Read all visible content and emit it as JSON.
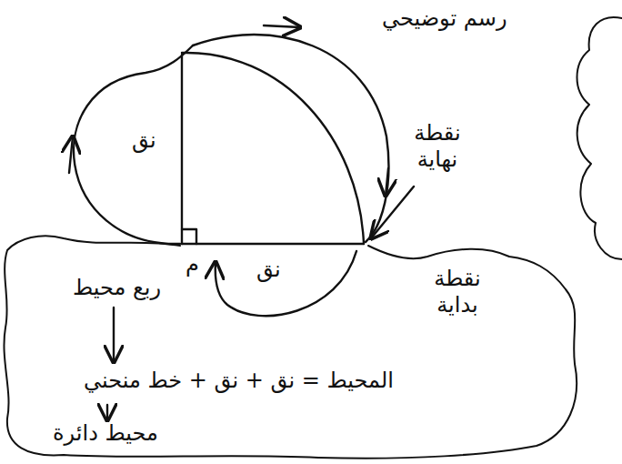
{
  "diagram": {
    "labels": [
      "رسم توضيحي",
      "نقطة نهاية",
      "نق",
      "نق",
      "م",
      "نقطة بداية",
      "ربع محيط",
      "المحيط = نق + نق + خط منحني",
      "محيط دائرة"
    ]
  }
}
